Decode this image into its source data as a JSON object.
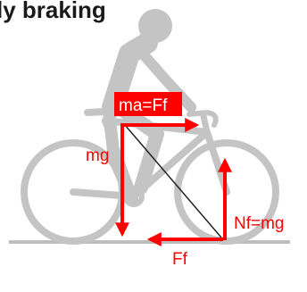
{
  "title": "ly braking",
  "colors": {
    "bike_gray": "#c4c4c4",
    "ground_gray": "#bdbdbd",
    "force_red": "#ff0000",
    "diagonal_line": "#222222",
    "label_box_red": "#ff0000",
    "title_text": "#1a1a1a"
  },
  "figure": {
    "name": "rider on bicycle",
    "icon": "cyclist-icon"
  },
  "forces": {
    "inertial": {
      "label": "ma=Ff",
      "direction": "right"
    },
    "weight": {
      "label": "mg",
      "direction": "down"
    },
    "normal": {
      "label": "Nf=mg",
      "direction": "up"
    },
    "friction": {
      "label": "Ff",
      "direction": "left"
    }
  }
}
